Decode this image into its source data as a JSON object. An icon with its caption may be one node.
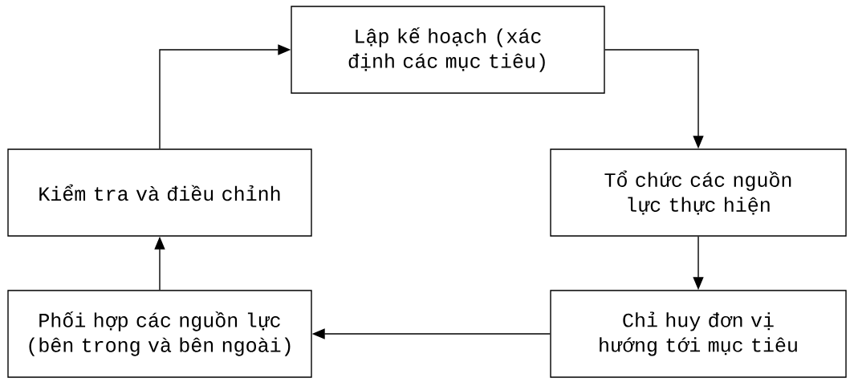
{
  "diagram": {
    "nodes": [
      {
        "text": [
          "Lập kế hoạch (xác định các mục tiêu)"
        ]
      },
      {
        "text": [
          "Kiểm tra và điều chỉnh"
        ]
      },
      {
        "text": [
          "Tổ chức các nguồn lực thực hiện"
        ]
      },
      {
        "text": [
          "Phối hợp các nguồn lực (bên trong và bên ngoài)"
        ]
      },
      {
        "text": [
          "Chỉ huy đơn vị hướng tới mục tiêu"
        ]
      }
    ],
    "edges": [
      {
        "from": 0,
        "to": 2,
        "arrow": "to"
      },
      {
        "from": 2,
        "to": 4,
        "arrow": "to"
      },
      {
        "from": 4,
        "to": 3,
        "arrow": "to"
      },
      {
        "from": 3,
        "to": 1,
        "arrow": "to"
      },
      {
        "from": 1,
        "to": 0,
        "arrow": "to"
      }
    ]
  }
}
